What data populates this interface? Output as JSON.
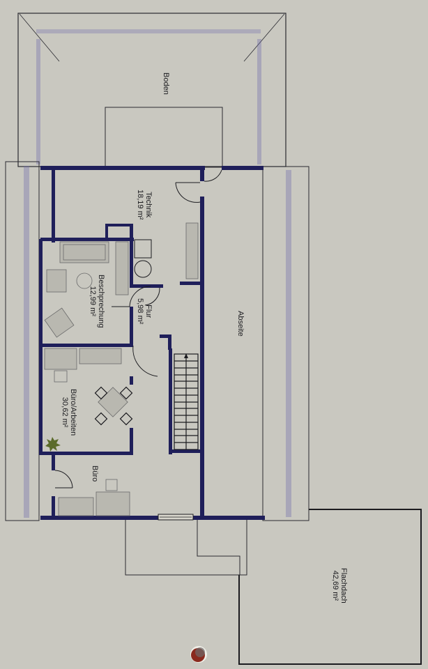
{
  "plan": {
    "orientation": "rotated-90-clockwise",
    "colors": {
      "paper": "#c9c8c0",
      "wall": "#1f1f5a",
      "line": "#2a2a30",
      "furniture": "#b9b8b0",
      "roof_shade": "#6a68a8",
      "plant": "#5b6b2a",
      "hole_punch": "#8a2a1e"
    }
  },
  "rooms": {
    "boden": {
      "name": "Boden",
      "area": ""
    },
    "technik": {
      "name": "Technik",
      "area": "18,19 m²"
    },
    "beschprechung": {
      "name": "Beschprechung",
      "area": "12,99 m²"
    },
    "flur": {
      "name": "Flur",
      "area": "5,98 m²"
    },
    "abseite": {
      "name": "Abseite",
      "area": ""
    },
    "buero_arbeiten": {
      "name": "Büro/Arbeiten",
      "area": "30,62 m²"
    },
    "buero": {
      "name": "Büro",
      "area": ""
    },
    "flachdach": {
      "name": "Flachdach",
      "area": "42,69 m²"
    }
  },
  "icons": {
    "stairs": "staircase-icon",
    "stairs_direction": "arrow-up-icon",
    "plant": "plant-icon",
    "table": "table-with-chairs-icon",
    "toilet": "toilet-icon",
    "sink": "sink-icon",
    "sofa": "sofa-icon",
    "armchair": "armchair-icon",
    "round_table": "round-table-icon",
    "window": "window-icon"
  }
}
